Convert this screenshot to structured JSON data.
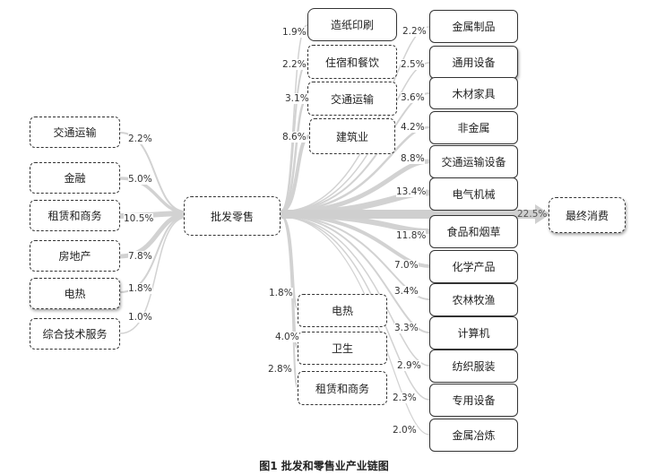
{
  "caption": "图1 批发和零售业产业链图",
  "center": {
    "label": "批发零售"
  },
  "final": {
    "label": "最终消费",
    "pct": "22.5%"
  },
  "left_inputs": [
    {
      "label": "交通运输",
      "pct": "2.2%"
    },
    {
      "label": "金融",
      "pct": "5.0%"
    },
    {
      "label": "租赁和商务",
      "pct": "10.5%"
    },
    {
      "label": "房地产",
      "pct": "7.8%"
    },
    {
      "label": "电热",
      "pct": "1.8%"
    },
    {
      "label": "综合技术服务",
      "pct": "1.0%"
    }
  ],
  "mid_top": [
    {
      "label": "造纸印刷",
      "pct": "1.9%"
    },
    {
      "label": "住宿和餐饮",
      "pct": "2.2%"
    },
    {
      "label": "交通运输",
      "pct": "3.1%"
    },
    {
      "label": "建筑业",
      "pct": "8.6%"
    }
  ],
  "mid_bottom": [
    {
      "label": "电热",
      "pct": "1.8%"
    },
    {
      "label": "卫生",
      "pct": "4.0%"
    },
    {
      "label": "租赁和商务",
      "pct": "2.8%"
    }
  ],
  "right_outputs": [
    {
      "label": "金属制品",
      "pct": "2.2%"
    },
    {
      "label": "通用设备",
      "pct": "2.5%"
    },
    {
      "label": "木材家具",
      "pct": "3.6%"
    },
    {
      "label": "非金属",
      "pct": "4.2%"
    },
    {
      "label": "交通运输设备",
      "pct": "8.8%"
    },
    {
      "label": "电气机械",
      "pct": "13.4%"
    },
    {
      "label": "食品和烟草",
      "pct": "11.8%"
    },
    {
      "label": "化学产品",
      "pct": "7.0%"
    },
    {
      "label": "农林牧渔",
      "pct": "3.4%"
    },
    {
      "label": "计算机",
      "pct": "3.3%"
    },
    {
      "label": "纺织服装",
      "pct": "2.9%"
    },
    {
      "label": "专用设备",
      "pct": "2.3%"
    },
    {
      "label": "金属冶炼",
      "pct": "2.0%"
    }
  ],
  "colors": {
    "flow": "#d4d4d4",
    "border": "#333333"
  }
}
